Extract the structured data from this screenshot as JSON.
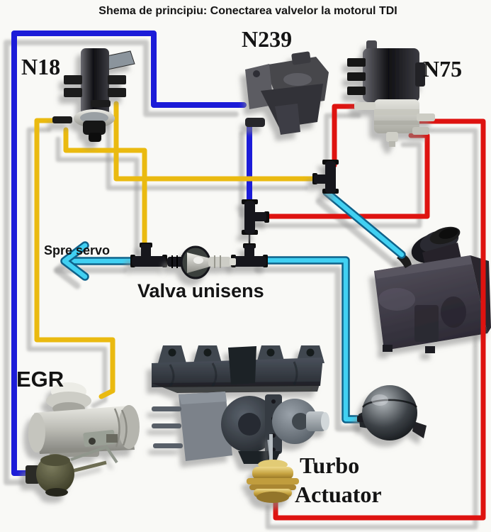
{
  "title": "Shema de principiu: Conectarea valvelor la motorul TDI",
  "labels": {
    "n18": "N18",
    "n239": "N239",
    "n75": "N75",
    "spre_servo": "Spre servo",
    "valva_unisens": "Valva unisens",
    "egr": "EGR",
    "turbo_line1": "Turbo",
    "turbo_line2": "Actuator"
  },
  "colors": {
    "background": "#f9f9f6",
    "text": "#141414",
    "hose_blue": "#1c1cd8",
    "hose_yellow": "#eaba10",
    "hose_red": "#de1310",
    "hose_cyan": "#41d0f2",
    "hose_cyan_edge": "#0f628a",
    "shadow_grey": "#9a9a9a",
    "connector_black": "#17171a",
    "actuator_gold": "#c5a23f"
  },
  "components": [
    "n18-solenoid-valve",
    "n239-solenoid-valve",
    "n75-solenoid-valve",
    "one-way-valve",
    "t-connectors",
    "air-filter-box",
    "egr-valve",
    "exhaust-manifold-turbocharger",
    "turbo-actuator",
    "vacuum-reservoir-sphere",
    "to-brake-servo-arrow"
  ]
}
